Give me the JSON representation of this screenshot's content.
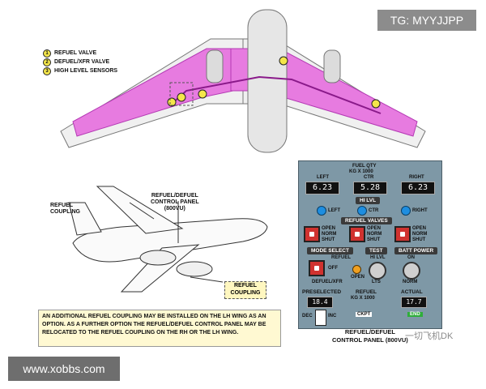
{
  "watermarks": {
    "top_right": "TG: MYYJJPP",
    "bottom_left": "www.xobbs.com",
    "overlay": "一切飞机DK"
  },
  "legend": [
    {
      "num": "1",
      "text": "REFUEL VALVE"
    },
    {
      "num": "2",
      "text": "DEFUEL/XFR VALVE"
    },
    {
      "num": "3",
      "text": "HIGH LEVEL SENSORS"
    }
  ],
  "labels": {
    "refuel_coupling": "REFUEL\nCOUPLING",
    "control_panel": "REFUEL/DEFUEL\nCONTROL PANEL\n(800VU)",
    "refuel_coupling_callout": "REFUEL\nCOUPLING"
  },
  "note": "AN ADDITIONAL REFUEL COUPLING MAY BE INSTALLED ON THE LH WING AS AN OPTION. AS A FURTHER OPTION THE REFUEL/DEFUEL CONTROL PANEL MAY BE RELOCATED TO THE REFUEL COUPLING ON THE RH OR THE LH WING.",
  "panel": {
    "fuel_qty_title": "FUEL QTY",
    "fuel_qty_unit": "KG X 1000",
    "col_left": "LEFT",
    "col_ctr": "CTR",
    "col_right": "RIGHT",
    "qty_left": "6.23",
    "qty_ctr": "5.28",
    "qty_right": "6.23",
    "hi_lvl": "HI LVL",
    "hi_left": "LEFT",
    "hi_ctr": "CTR",
    "hi_right": "RIGHT",
    "refuel_valves": "REFUEL VALVES",
    "valve_open": "OPEN",
    "valve_norm": "NORM",
    "valve_shut": "SHUT",
    "mode_select": "MODE SELECT",
    "mode_refuel": "REFUEL",
    "mode_off": "OFF",
    "mode_defuel": "DEFUEL/XFR",
    "open_label": "OPEN",
    "test": "TEST",
    "test_hi_lvl": "HI LVL",
    "test_lts": "LTS",
    "batt_power": "BATT POWER",
    "batt_on": "ON",
    "batt_norm": "NORM",
    "preselected": "PRESELECTED",
    "refuel": "REFUEL",
    "refuel_unit": "KG X 1000",
    "actual": "ACTUAL",
    "preselected_value": "18.4",
    "actual_value": "17.7",
    "dec": "DEC",
    "inc": "INC",
    "ckpt": "CKPT",
    "end": "END"
  },
  "panel_caption": "REFUEL/DEFUEL\nCONTROL PANEL (800VU)"
}
